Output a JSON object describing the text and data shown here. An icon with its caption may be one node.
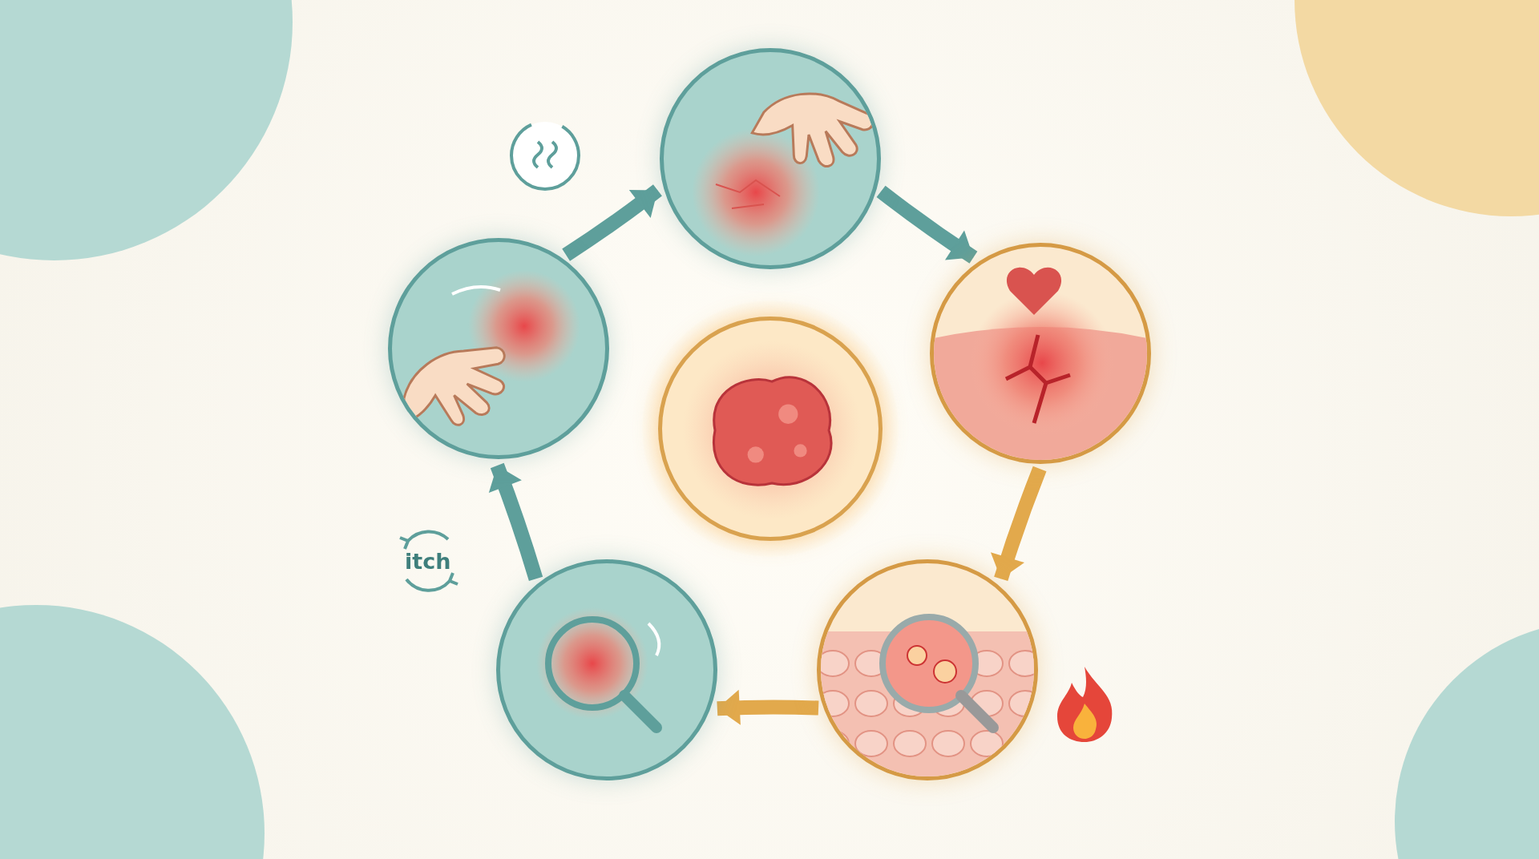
{
  "diagram": {
    "nodes": [
      {
        "text": [],
        "shape": "picture"
      },
      {
        "text": [],
        "shape": "picture"
      },
      {
        "text": [],
        "shape": "picture"
      },
      {
        "text": [],
        "shape": "picture"
      },
      {
        "text": [],
        "shape": "picture"
      },
      {
        "text": [],
        "shape": "picture"
      }
    ],
    "edges": [
      {
        "from": 0,
        "to": 2,
        "arrow": "to"
      },
      {
        "from": 2,
        "to": 5,
        "arrow": "to",
        "color": "#e2a94c"
      },
      {
        "from": 5,
        "to": 4,
        "arrow": "to",
        "color": "#e2a94c"
      },
      {
        "from": 4,
        "to": 1,
        "arrow": "to"
      },
      {
        "from": 1,
        "to": 0,
        "arrow": "to"
      }
    ],
    "labels": [
      "itch"
    ]
  }
}
